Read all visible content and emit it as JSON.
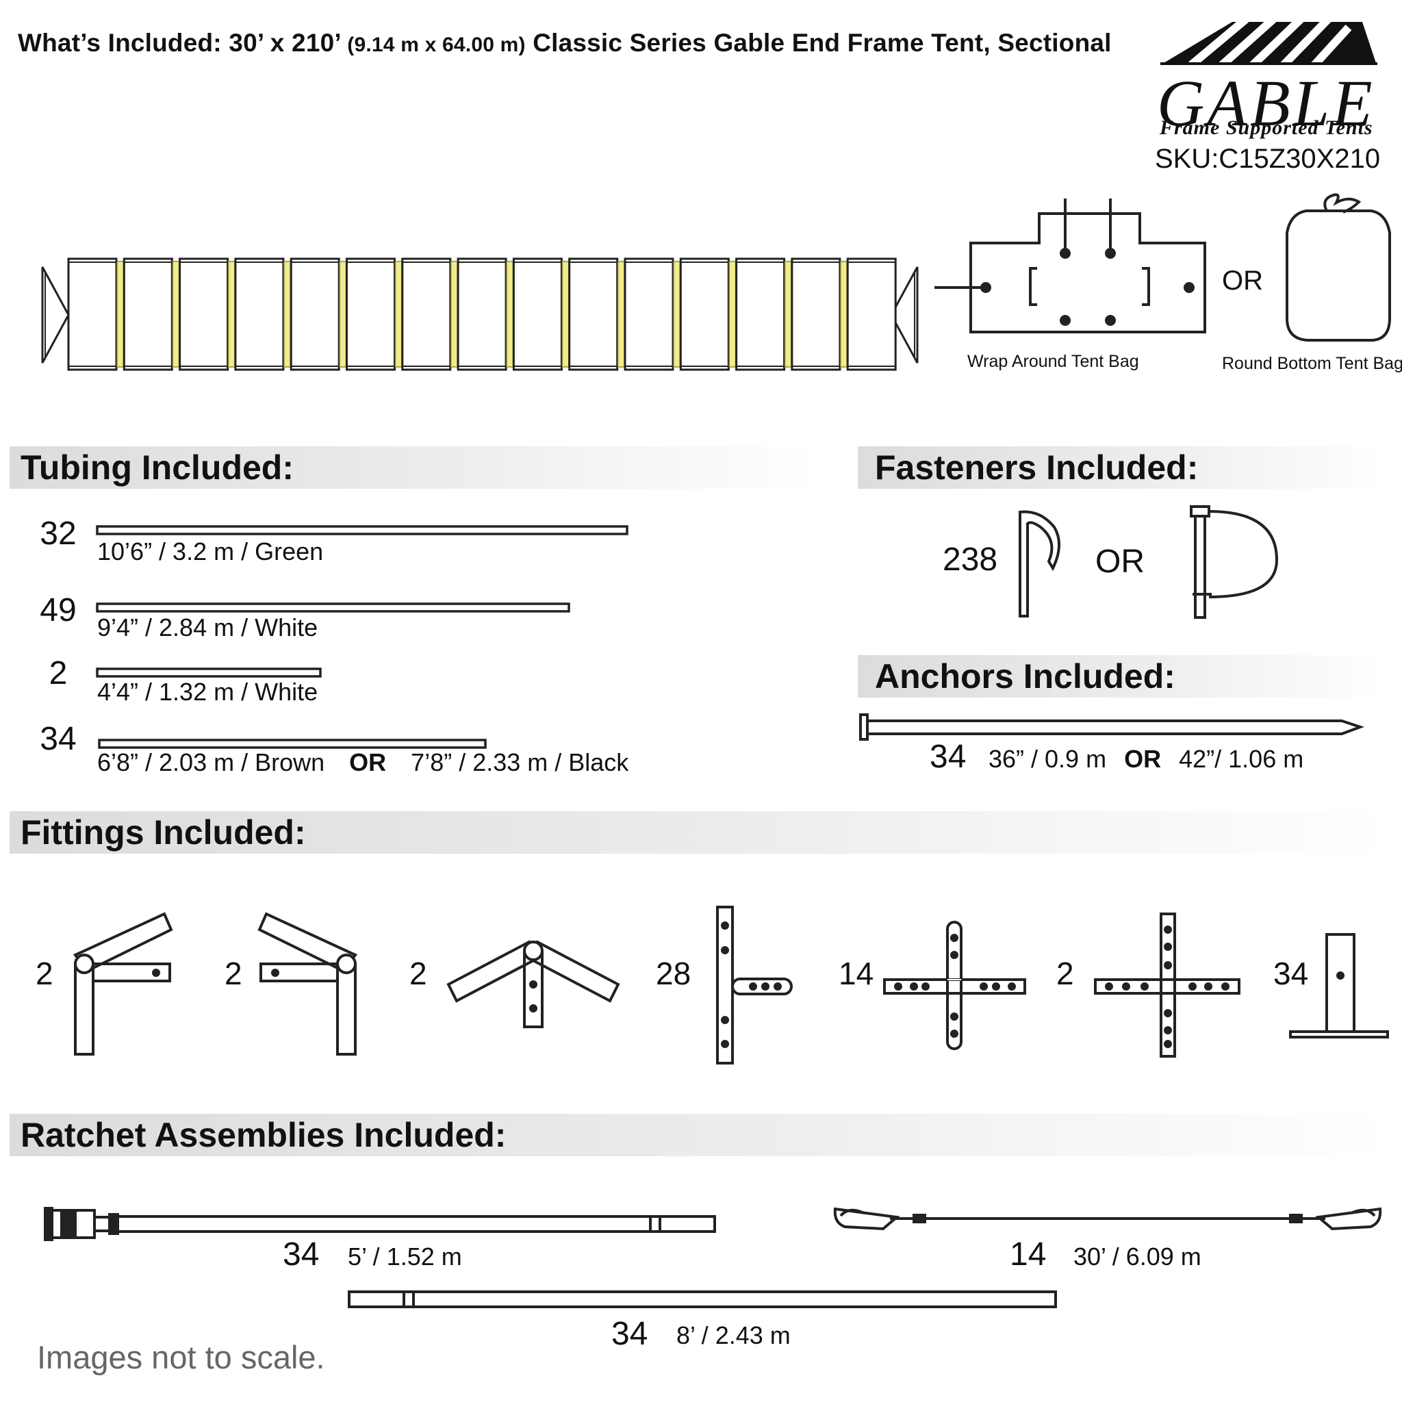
{
  "header": {
    "title_part1": "What’s Included: 30’ x 210’ ",
    "title_metric": "(9.14 m x 64.00 m)",
    "title_part2": " Classic Series Gable End Frame Tent, Sectional",
    "logo_word": "GABLE",
    "logo_tagline": "Frame Supported Tents",
    "sku": "SKU:C15Z30X210"
  },
  "bags": {
    "or_label": "OR",
    "wrap_caption": "Wrap Around Tent Bag",
    "round_caption": "Round Bottom Tent Bag"
  },
  "tubing": {
    "title": "Tubing Included:",
    "items": [
      {
        "qty": "32",
        "label": "10’6” / 3.2 m  /  Green"
      },
      {
        "qty": "49",
        "label": "9’4” / 2.84 m  /  White"
      },
      {
        "qty": "2",
        "label": "4’4” / 1.32 m  /  White"
      },
      {
        "qty": "34",
        "label_a": "6’8” / 2.03 m  /  Brown",
        "or": "OR",
        "label_b": "7’8” / 2.33 m  /  Black"
      }
    ]
  },
  "fasteners": {
    "title": "Fasteners Included:",
    "qty": "238",
    "or_label": "OR"
  },
  "anchors": {
    "title": "Anchors Included:",
    "qty": "34",
    "label_a": "36” / 0.9 m",
    "or": "OR",
    "label_b": "42”/ 1.06 m"
  },
  "fittings": {
    "title": "Fittings Included:",
    "quantities": [
      "2",
      "2",
      "2",
      "28",
      "14",
      "2",
      "34"
    ]
  },
  "ratchets": {
    "title": "Ratchet Assemblies Included:",
    "items": [
      {
        "qty": "34",
        "label": "5’ / 1.52 m"
      },
      {
        "qty": "14",
        "label": "30’ / 6.09 m"
      },
      {
        "qty": "34",
        "label": "8’ / 2.43 m"
      }
    ]
  },
  "footer": {
    "note": "Images not to scale."
  }
}
